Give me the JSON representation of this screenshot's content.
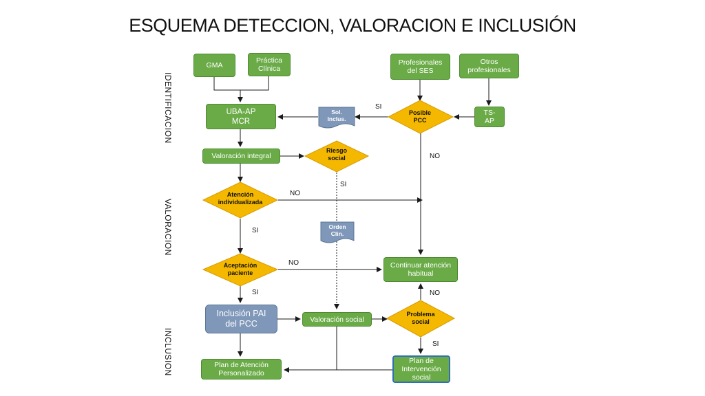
{
  "title": "ESQUEMA DETECCION, VALORACION E INCLUSIÓN",
  "side_labels": {
    "identificacion": "IDENTIFICACION",
    "valoracion": "VALORACION",
    "inclusion": "INCLUSION"
  },
  "nodes": {
    "gma": "GMA",
    "practica_l1": "Práctica",
    "practica_l2": "Clínica",
    "profesionales_l1": "Profesionales",
    "profesionales_l2": "del  SES",
    "otros_l1": "Otros",
    "otros_l2": "profesionales",
    "uba_l1": "UBA-AP",
    "uba_l2": "MCR",
    "sol_l1": "Sol.",
    "sol_l2": "Inclus.",
    "posible_l1": "Posible",
    "posible_l2": "PCC",
    "ts_l1": "TS-",
    "ts_l2": "AP",
    "valoracion_integral": "Valoración integral",
    "riesgo_l1": "Riesgo",
    "riesgo_l2": "social",
    "atencion_l1": "Atención",
    "atencion_l2": "individualizada",
    "orden_l1": "Orden",
    "orden_l2": "Clin.",
    "aceptacion_l1": "Aceptación",
    "aceptacion_l2": "paciente",
    "continuar_l1": "Continuar atención",
    "continuar_l2": "habitual",
    "inclusion_l1": "Inclusión PAI",
    "inclusion_l2": "del PCC",
    "valoracion_social": "Valoración social",
    "problema_l1": "Problema",
    "problema_l2": "social",
    "plan_atencion_l1": "Plan de Atención",
    "plan_atencion_l2": "Personalizado",
    "plan_intervencion_l1": "Plan  de",
    "plan_intervencion_l2": "Intervención",
    "plan_intervencion_l3": "social"
  },
  "edge_labels": {
    "si_posible": "SI",
    "no_posible": "NO",
    "si_riesgo": "SI",
    "no_atencion": "NO",
    "si_atencion": "SI",
    "no_aceptacion": "NO",
    "si_aceptacion": "SI",
    "no_problema": "NO",
    "si_problema": "SI"
  },
  "colors": {
    "process": "#6aab47",
    "decision": "#f5b800",
    "document": "#7f97b9",
    "line": "#1a1a1a"
  }
}
